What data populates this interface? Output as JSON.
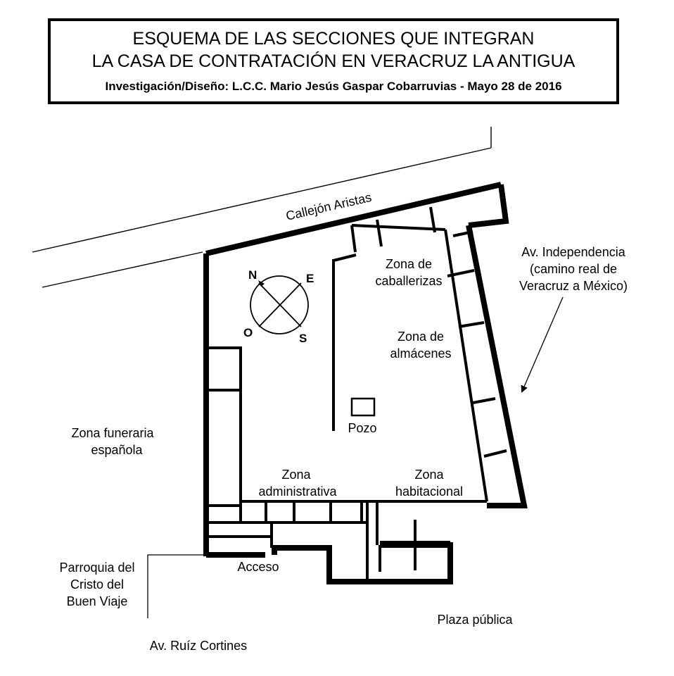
{
  "header": {
    "title_line1": "ESQUEMA DE LAS SECCIONES QUE INTEGRAN",
    "title_line2": "LA CASA DE CONTRATACIÓN EN VERACRUZ LA ANTIGUA",
    "credit": "Investigación/Diseño: L.C.C. Mario Jesús Gaspar Cobarruvias - Mayo 28 de 2016"
  },
  "compass": {
    "n": "N",
    "e": "E",
    "s": "S",
    "o": "O"
  },
  "streets": {
    "callejon": "Callejón Aristas",
    "independencia": [
      "Av. Independencia",
      "(camino real de",
      "Veracruz a México)"
    ],
    "ruiz_cortines": "Av. Ruíz Cortines"
  },
  "zones": {
    "caballerizas": [
      "Zona de",
      "caballerizas"
    ],
    "almacenes": [
      "Zona de",
      "almácenes"
    ],
    "pozo": "Pozo",
    "administrativa": [
      "Zona",
      "administrativa"
    ],
    "habitacional": [
      "Zona",
      "habitacional"
    ],
    "acceso": "Acceso"
  },
  "surroundings": {
    "funeraria": [
      "Zona funeraria",
      "española"
    ],
    "parroquia": [
      "Parroquia del",
      "Cristo del",
      "Buen Viaje"
    ],
    "plaza": "Plaza pública"
  },
  "colors": {
    "ink": "#000000",
    "paper": "#ffffff"
  }
}
